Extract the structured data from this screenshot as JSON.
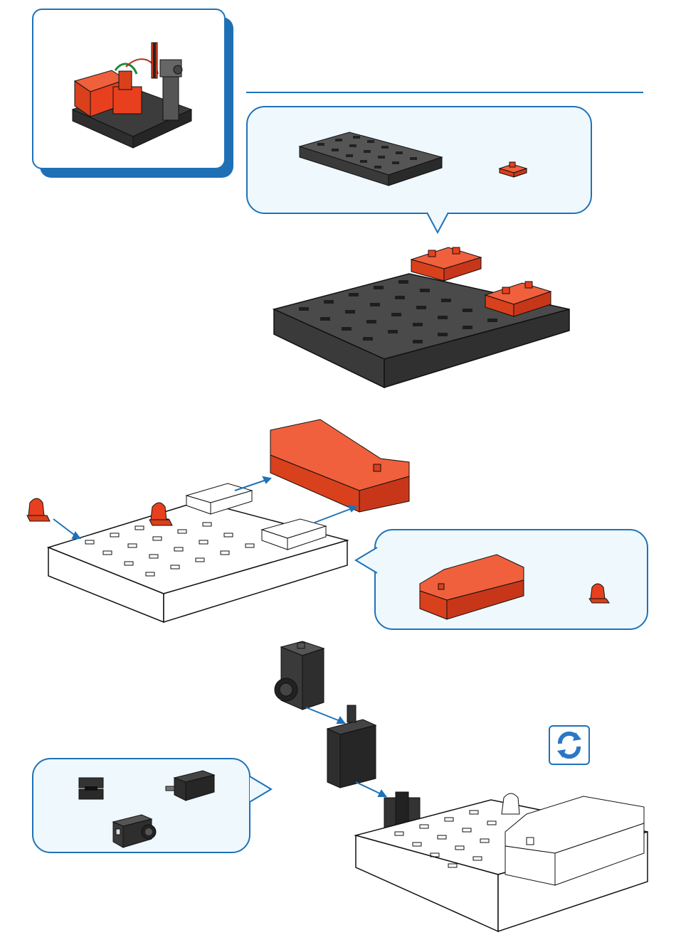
{
  "colors": {
    "accent_blue": "#1f72b8",
    "bubble_fill": "#eef8fd",
    "brick_red": "#e8401e",
    "brick_dark": "#4a4a4a",
    "outline": "#1a1a1a"
  },
  "steps": [
    {
      "id": "step-1",
      "parts": [
        "base-plate-black",
        "building-block-red"
      ]
    },
    {
      "id": "step-2",
      "parts": [
        "battery-box-red",
        "bearing-block-red"
      ]
    },
    {
      "id": "step-3",
      "parts": [
        "clip-holder",
        "motor",
        "gear-motor-block"
      ]
    }
  ],
  "icons": {
    "rotate": "rotate-model-icon"
  }
}
